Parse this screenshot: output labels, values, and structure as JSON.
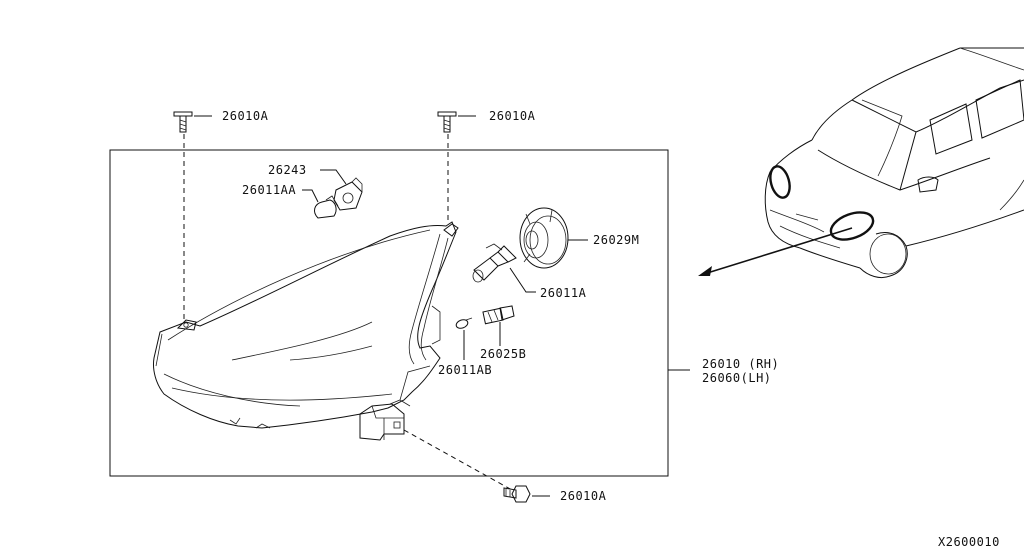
{
  "labels": {
    "bolt_top_left": "26010A",
    "bolt_top_mid": "26010A",
    "bolt_bottom": "26010A",
    "socket_26243": "26243",
    "bulb_26011AA": "26011AA",
    "cap_26029M": "26029M",
    "bulb_26011A": "26011A",
    "socket_26025B": "26025B",
    "bulb_26011AB": "26011AB",
    "assembly_rh": "26010 (RH)",
    "assembly_lh": "26060(LH)",
    "figure_code": "X2600010"
  },
  "icons": [
    "bolt-icon",
    "bulb-icon",
    "socket-icon",
    "dust-cap-icon",
    "headlamp-housing",
    "car-outline"
  ]
}
